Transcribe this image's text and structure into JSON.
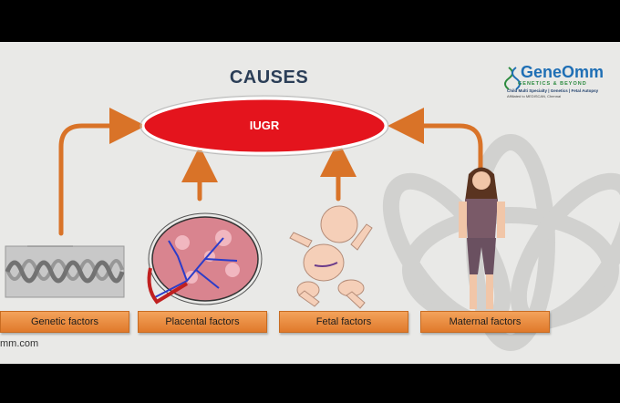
{
  "title": "CAUSES",
  "center_label": "IUGR",
  "factors": [
    {
      "label": "Genetic factors"
    },
    {
      "label": "Placental factors"
    },
    {
      "label": "Fetal factors"
    },
    {
      "label": "Maternal factors"
    }
  ],
  "url_fragment": "mm.com",
  "logo": {
    "name": "GeneOmm",
    "tagline": "GENETICS & BEYOND",
    "subtitle": "Child Multi Specialty | Genetics | Fetal Autopsy",
    "affiliation": "Affiliated to MEDISCAN, Chennai"
  },
  "colors": {
    "arrow": "#d97328",
    "ellipse": "#e4141d",
    "title": "#2b3e57",
    "factor_box": "#ef8c3c"
  }
}
